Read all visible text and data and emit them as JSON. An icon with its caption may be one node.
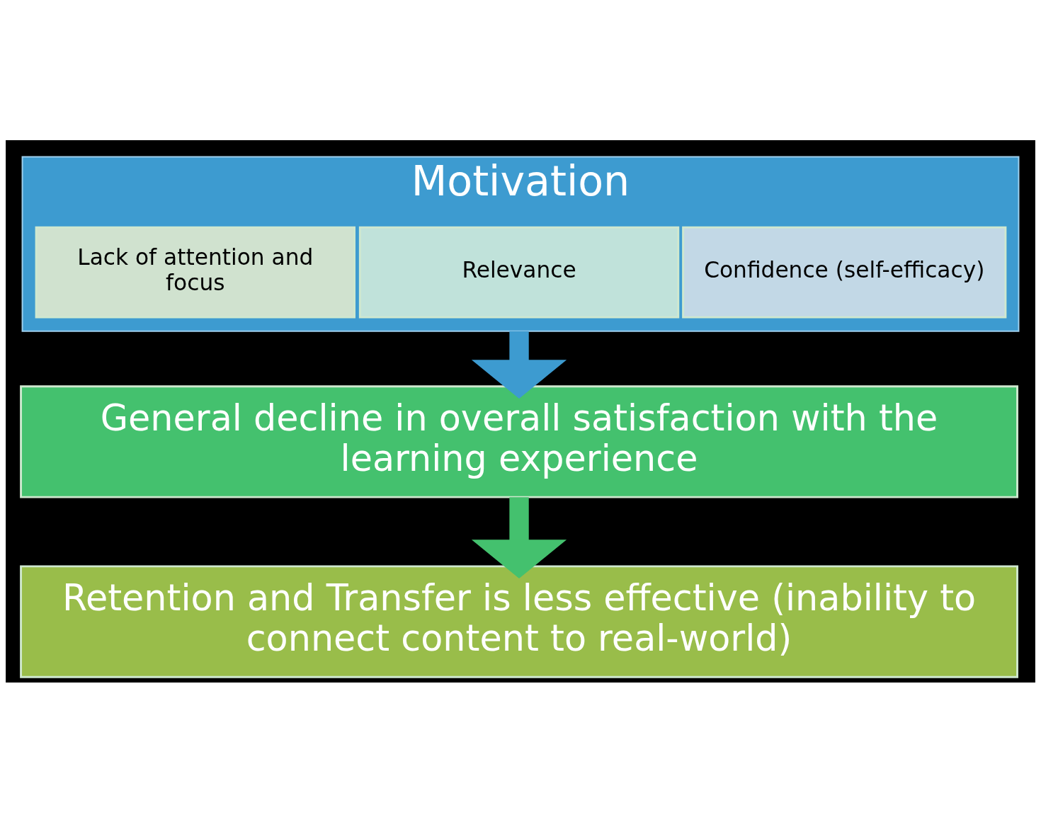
{
  "diagram": {
    "nodes": [
      {
        "text": [
          "Motivation"
        ]
      },
      {
        "text": [
          "Lack of attention and focus"
        ],
        "in": 0
      },
      {
        "text": [
          "Relevance"
        ],
        "in": 0
      },
      {
        "text": [
          "Confidence (self-efficacy)"
        ],
        "in": 0
      },
      {
        "text": [
          "General decline in overall satisfaction with the learning experience"
        ]
      },
      {
        "text": [
          "Retention and Transfer is less effective (inability to connect content to real-world)"
        ]
      }
    ],
    "edges": [
      {
        "from": 0,
        "to": 4,
        "arrow": "to",
        "color": "#3d9bd0"
      },
      {
        "from": 4,
        "to": 5,
        "arrow": "to",
        "color": "#44c16e"
      }
    ]
  }
}
